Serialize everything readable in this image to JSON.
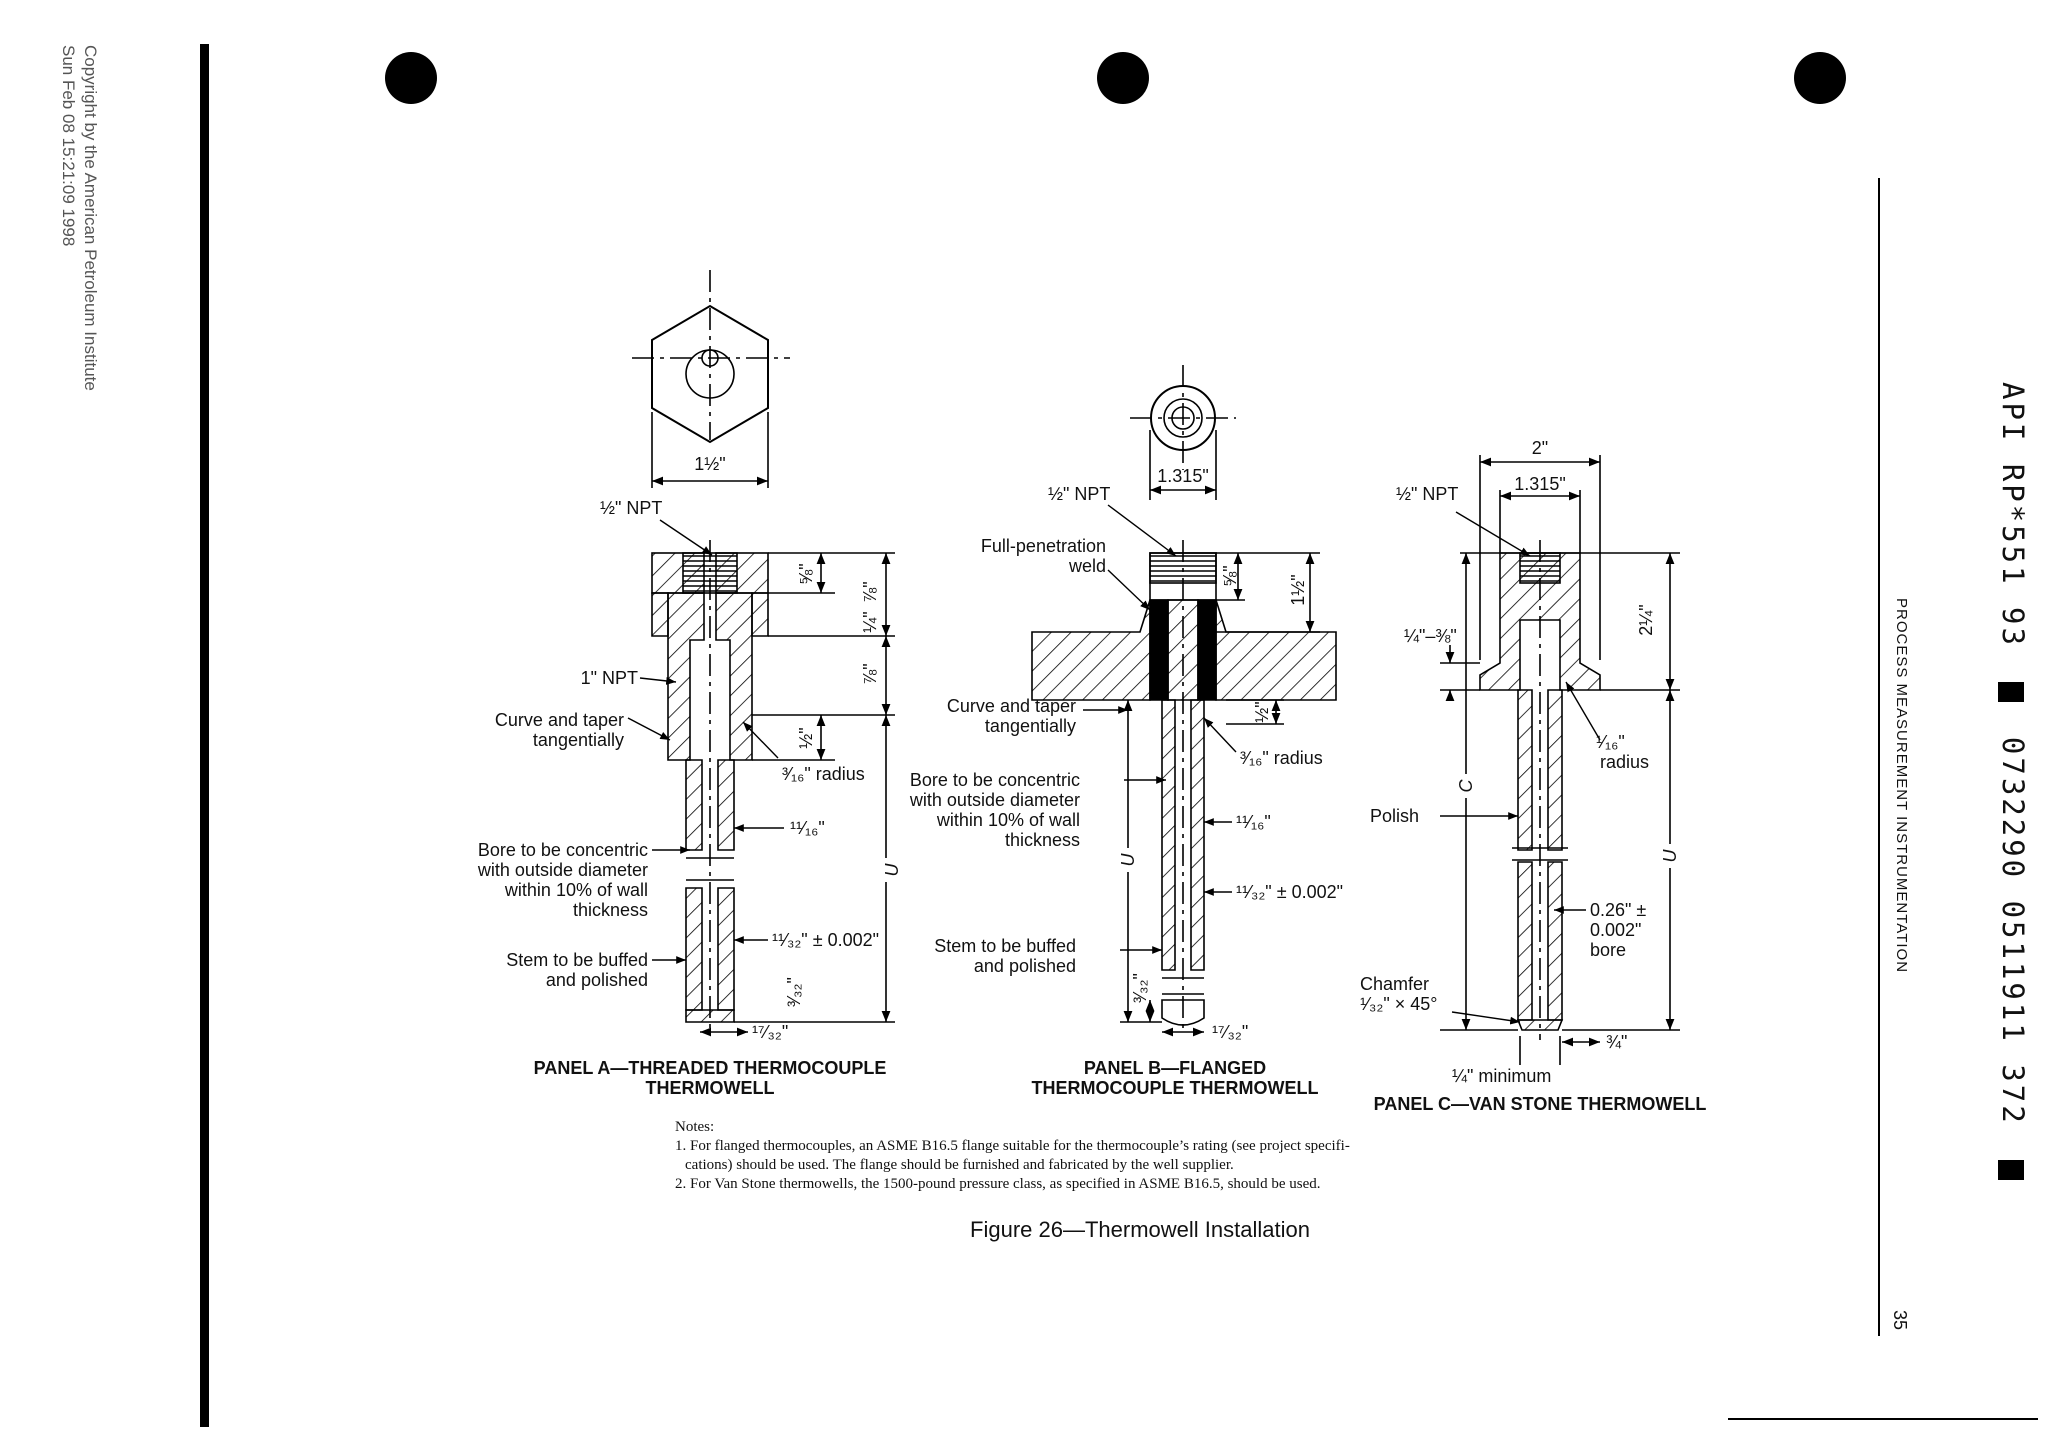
{
  "copyright": {
    "line1": "Copyright by the American Petroleum Institute",
    "line2": "Sun Feb 08 15:21:09 1998"
  },
  "header": {
    "doc_code": "API RP*551 93",
    "barcode": "0732290 0511911 372",
    "section": "PROCESS MEASUREMENT INSTRUMENTATION",
    "page_number": "35"
  },
  "panel_a": {
    "title_line1": "PANEL A—THREADED THERMOCOUPLE",
    "title_line2": "THERMOWELL",
    "hex_width": "1½\"",
    "npt_half": "½\" NPT",
    "npt_one": "1\" NPT",
    "curve_taper_1": "Curve and taper",
    "curve_taper_2": "tangentially",
    "radius": "³⁄₁₆\" radius",
    "bore_1": "Bore to be concentric",
    "bore_2": "with outside diameter",
    "bore_3": "within 10% of wall",
    "bore_4": "thickness",
    "od": "¹¹⁄₁₆\"",
    "stem_1": "Stem to be buffed",
    "stem_2": "and polished",
    "bore_dia": "¹¹⁄₃₂\" ± 0.002\"",
    "tip": "¹⁷⁄₃₂\"",
    "dim_58": "⅝\"",
    "dim_78a": "⅞\"",
    "dim_14": "¼\"",
    "dim_78b": "⅞\"",
    "dim_12": "½\"",
    "dim_u": "U",
    "dim_332": "³⁄₃₂\""
  },
  "panel_b": {
    "title_line1": "PANEL B—FLANGED",
    "title_line2": "THERMOCOUPLE THERMOWELL",
    "od_top": "1.315\"",
    "npt_half": "½\" NPT",
    "weld_1": "Full-penetration",
    "weld_2": "weld",
    "curve_taper_1": "Curve and taper",
    "curve_taper_2": "tangentially",
    "radius": "³⁄₁₆\" radius",
    "bore_1": "Bore to be concentric",
    "bore_2": "with outside diameter",
    "bore_3": "within 10% of wall",
    "bore_4": "thickness",
    "od": "¹¹⁄₁₆\"",
    "bore_dia": "¹¹⁄₃₂\" ± 0.002\"",
    "stem_1": "Stem to be buffed",
    "stem_2": "and polished",
    "tip": "¹⁷⁄₃₂\"",
    "dim_58": "⅝\"",
    "dim_112": "1½\"",
    "dim_12": "½\"",
    "dim_u": "U",
    "dim_332": "³⁄₃₂\""
  },
  "panel_c": {
    "title": "PANEL C—VAN STONE THERMOWELL",
    "dim_2": "2\"",
    "od_top": "1.315\"",
    "npt_half": "½\" NPT",
    "lap": "¼\"–⅜\"",
    "dim_214": "2¼\"",
    "radius_1": "¹⁄₁₆\"",
    "radius_2": "radius",
    "dim_c": "C",
    "polish": "Polish",
    "dim_u": "U",
    "bore_1": "0.26\" ±",
    "bore_2": "0.002\"",
    "bore_3": "bore",
    "chamfer_1": "Chamfer",
    "chamfer_2": "¹⁄₃₂\" × 45°",
    "tip": "¾\"",
    "min": "¼\" minimum"
  },
  "notes": {
    "heading": "Notes:",
    "n1a": "1. For flanged thermocouples, an ASME B16.5 flange suitable for the thermocouple’s rating (see project specifi-",
    "n1b": "cations) should be used. The flange should be furnished and fabricated by the well supplier.",
    "n2": "2. For Van Stone thermowells, the 1500-pound pressure class, as specified in ASME B16.5, should be used."
  },
  "figure_caption": "Figure 26—Thermowell Installation"
}
